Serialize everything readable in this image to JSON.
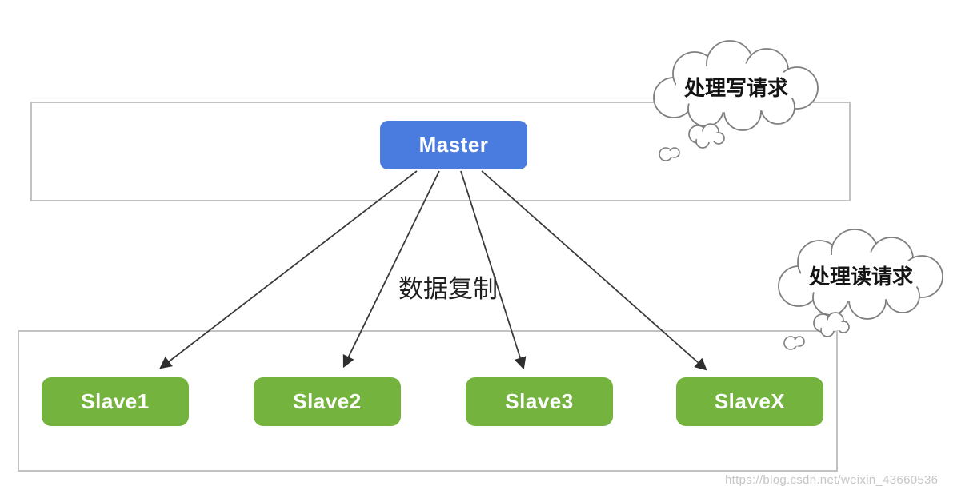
{
  "diagram": {
    "master": {
      "label": "Master"
    },
    "slaves": [
      {
        "label": "Slave1"
      },
      {
        "label": "Slave2"
      },
      {
        "label": "Slave3"
      },
      {
        "label": "SlaveX"
      }
    ],
    "labels": {
      "replication": "数据复制",
      "write_requests": "处理写请求",
      "read_requests": "处理读请求"
    },
    "watermark": "https://blog.csdn.net/weixin_43660536",
    "colors": {
      "master_blue": "#4a7ce0",
      "slave_green": "#74b33e",
      "rect_border_gray": "#c2c2c2",
      "cloud_outline_gray": "#808080",
      "arrow_black": "#333333"
    }
  }
}
